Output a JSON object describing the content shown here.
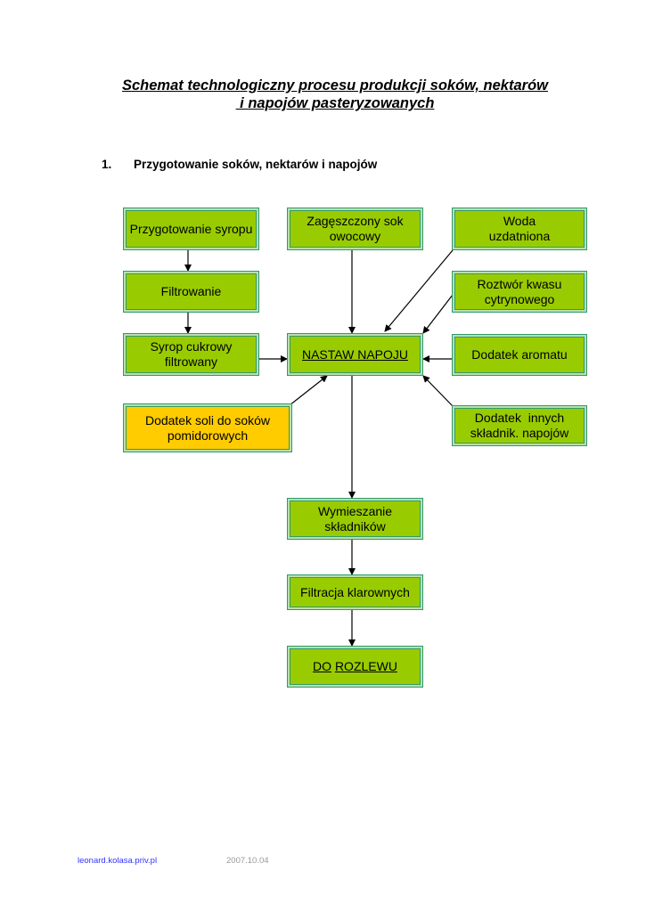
{
  "title": {
    "line1": "Schemat technologiczny procesu produkcji soków, nektarów",
    "line2": " i napojów pasteryzowanych"
  },
  "section": {
    "number": "1.",
    "heading": "Przygotowanie soków, nektarów i napojów"
  },
  "boxes": {
    "syrup_prep": "Przygotowanie syropu",
    "filtering": "Filtrowanie",
    "filtered_syrup": "Syrop cukrowy filtrowany",
    "concentrate": "Zagęszczony sok owocowy",
    "water": "Woda uzdatniona",
    "citric_acid": "Roztwór kwasu cytrynowego",
    "mix_base": "NASTAW NAPOJU",
    "aroma": "Dodatek aromatu",
    "salt": "Dodatek soli do soków pomidorowych",
    "other": "Dodatek  innych składnik. napojów",
    "mixing": "Wymieszanie składników",
    "clarifying": "Filtracja klarownych",
    "bottling_do": "DO",
    "bottling_rest": "ROZLEWU"
  },
  "footer": {
    "site": "leonard.kolasa.priv.pl",
    "date": "2007.10.04"
  },
  "colors": {
    "box_green": "#99cc00",
    "box_yellow": "#ffcc00",
    "border": "#339966",
    "link": "#3333ff",
    "date": "#999999"
  }
}
